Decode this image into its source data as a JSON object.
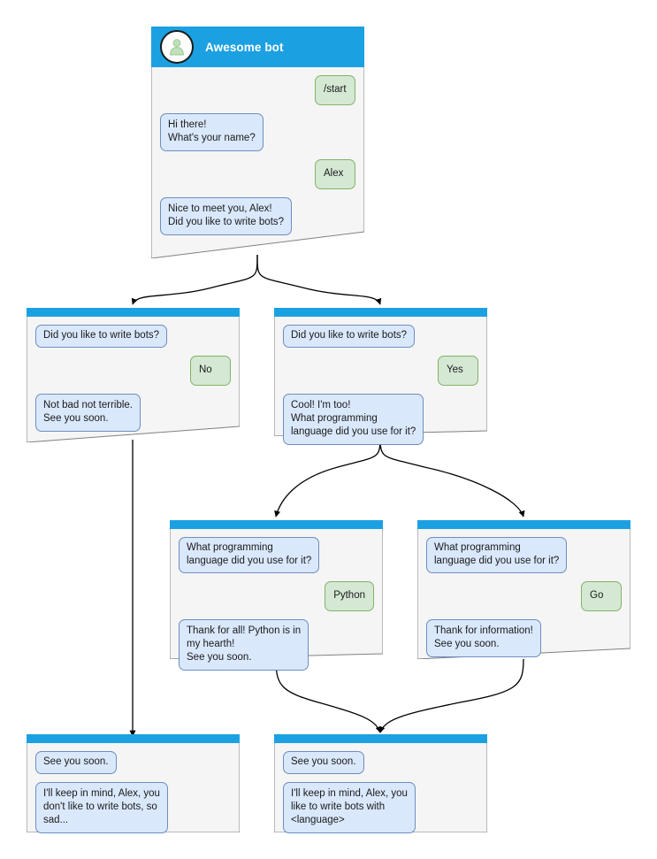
{
  "diagram": {
    "title": "Awesome bot chatbot flow",
    "colors": {
      "header_blue": "#1ba1e2",
      "node_fill": "#f5f5f5",
      "node_stroke": "#808080",
      "bot_bubble_fill": "#dae8fc",
      "bot_bubble_stroke": "#6c8ebf",
      "user_bubble_fill": "#d5e8d4",
      "user_bubble_stroke": "#82b366",
      "edge_stroke": "#000000",
      "avatar_fill": "#d5e8d4"
    }
  },
  "nodes": [
    {
      "id": "root",
      "header_title": "Awesome bot",
      "messages": [
        {
          "sender": "user",
          "text": "/start"
        },
        {
          "sender": "bot",
          "text": "Hi there!\nWhat's your name?"
        },
        {
          "sender": "user",
          "text": "Alex"
        },
        {
          "sender": "bot",
          "text": "Nice to meet you, Alex!\nDid you like to write bots?"
        }
      ]
    },
    {
      "id": "no-branch",
      "messages": [
        {
          "sender": "bot",
          "text": "Did you like to write bots?"
        },
        {
          "sender": "user",
          "text": "No"
        },
        {
          "sender": "bot",
          "text": "Not bad not terrible.\nSee you soon."
        }
      ]
    },
    {
      "id": "yes-branch",
      "messages": [
        {
          "sender": "bot",
          "text": "Did you like to write bots?"
        },
        {
          "sender": "user",
          "text": "Yes"
        },
        {
          "sender": "bot",
          "text": "Cool! I'm too!\nWhat programming\nlanguage did you use for it?"
        }
      ]
    },
    {
      "id": "python-branch",
      "messages": [
        {
          "sender": "bot",
          "text": "What programming\nlanguage did you use for it?"
        },
        {
          "sender": "user",
          "text": "Python"
        },
        {
          "sender": "bot",
          "text": "Thank for all! Python is in\nmy hearth!\nSee you soon."
        }
      ]
    },
    {
      "id": "go-branch",
      "messages": [
        {
          "sender": "bot",
          "text": "What programming\nlanguage did you use for it?"
        },
        {
          "sender": "user",
          "text": "Go"
        },
        {
          "sender": "bot",
          "text": "Thank for information!\nSee you soon."
        }
      ]
    },
    {
      "id": "end-sad",
      "messages": [
        {
          "sender": "bot",
          "text": "See you soon."
        },
        {
          "sender": "bot",
          "text": "I'll keep in mind, Alex, you\ndon't like to write bots, so\nsad..."
        }
      ]
    },
    {
      "id": "end-happy",
      "messages": [
        {
          "sender": "bot",
          "text": "See you soon."
        },
        {
          "sender": "bot",
          "text": "I'll keep in mind, Alex, you\nlike to write bots with\n<language>"
        }
      ]
    }
  ]
}
